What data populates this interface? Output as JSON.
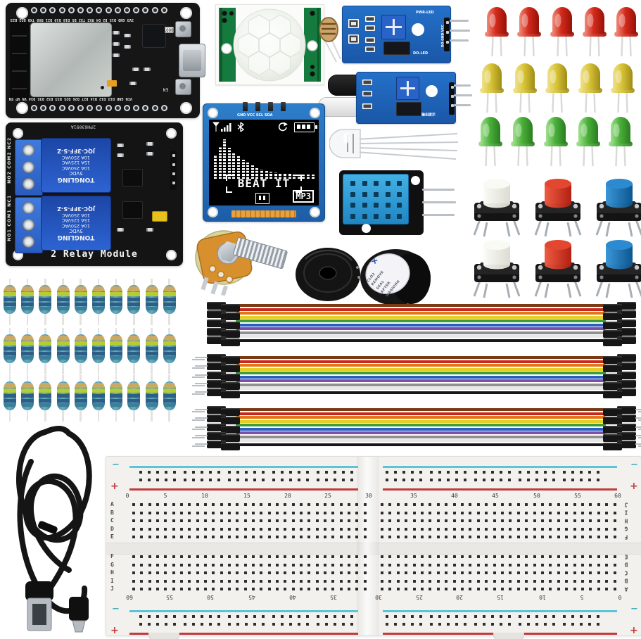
{
  "esp32": {
    "top_pin_labels": "3V3 GND D15 D2 D4 RX2 TX2 D5 D18 D19 D21 RX0 TX0 D22 D23",
    "bottom_pin_labels": "VIN GND D13 D12 D14 D27 D26 D25 D33 D32 D35 D34 VN VP EN",
    "boot_label": "BOOT",
    "en_label": "EN"
  },
  "relay_module": {
    "title": "2 Relay Module",
    "board_code": "2PH63091A",
    "relay_lines": [
      "JQC-3FF-S-Z",
      "10A 250VAC",
      "15A 125VAC",
      "10A 250VAC",
      "5VDC",
      "TONGLING"
    ],
    "terminal_labels_top": "NO2 COM2 NC2",
    "terminal_labels_bottom": "NO1 COM1 NC1"
  },
  "oled_module": {
    "pin_labels": "GND VCC SCL SDA",
    "track_title": "BEAT IT",
    "format_badge": "MP3",
    "equalizer_heights": [
      34,
      46,
      56,
      44,
      38,
      32,
      27,
      23,
      19,
      15,
      13,
      11,
      10,
      9,
      8,
      7,
      7,
      6,
      6,
      6,
      6,
      6
    ]
  },
  "photoresistor_module": {
    "pwr_led_label": "PWR-LED",
    "do_led_label": "DO-LED",
    "pin_labels": "DO GND VCC"
  },
  "ir_sensor_module": {
    "silkscreen": "输出提示"
  },
  "active_buzzer": {
    "sticker_lines": [
      "CLO2",
      "REMOVE",
      "SEAL",
      "AFTER",
      "WASHING"
    ]
  },
  "breadboard": {
    "top_row_letters": [
      "A",
      "B",
      "C",
      "D",
      "E"
    ],
    "bottom_row_letters": [
      "F",
      "G",
      "H",
      "I",
      "J"
    ],
    "column_numbers": [
      "0",
      "5",
      "10",
      "15",
      "20",
      "25",
      "30",
      "35",
      "40",
      "45",
      "50",
      "55",
      "60"
    ],
    "plus_symbol": "+",
    "minus_symbol": "−",
    "columns_per_block": 30,
    "rows_per_block": 5,
    "rail_groups_per_row": 10,
    "rail_holes_per_group": 5
  },
  "leds": {
    "rows": [
      {
        "color_name": "red",
        "hex": "#c9201d",
        "count": 5
      },
      {
        "color_name": "yellow",
        "hex": "#d6bf33",
        "count": 5
      },
      {
        "color_name": "green",
        "hex": "#3fa93a",
        "count": 5
      }
    ]
  },
  "buttons": {
    "rows": 2,
    "cap_colors": [
      {
        "name": "white",
        "hex": "#f1f1ec"
      },
      {
        "name": "red",
        "hex": "#d83421"
      },
      {
        "name": "blue",
        "hex": "#1272bf"
      }
    ]
  },
  "resistors": {
    "rows": 3,
    "per_row": 10,
    "body_hex": "#4b93a8",
    "band_hexes": [
      "#c9a964",
      "#b5cc35",
      "#2d5e87",
      "#2d5e87",
      "#3a7e98"
    ]
  },
  "jumper_wires": {
    "wires_per_bundle": 10,
    "bundles": [
      {
        "type": "female-female"
      },
      {
        "type": "male-female"
      },
      {
        "type": "male-male"
      }
    ],
    "colors": [
      "#7a3b14",
      "#c9271c",
      "#e2761b",
      "#e5ce25",
      "#3d9c3b",
      "#2c5cc0",
      "#7b4fa7",
      "#909090",
      "#e8e8e8",
      "#181818"
    ]
  }
}
